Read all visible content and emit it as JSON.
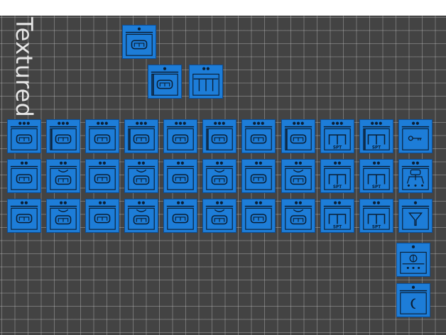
{
  "viewport": {
    "label": "Textured",
    "grid_color": "#c8c8c8",
    "background_color": "#434343"
  },
  "colors": {
    "tile_fill": "#1d7dd8",
    "tile_border": "#0c4d95",
    "glyph": "#0b1e33"
  },
  "tiles": [
    {
      "id": "t-top-1",
      "icon": "oven-icon",
      "dots": 1,
      "door": false
    },
    {
      "id": "t-row2-1",
      "icon": "oven-icon",
      "dots": 1,
      "door": true
    },
    {
      "id": "t-row2-2",
      "icon": "grill-icon",
      "dots": 2,
      "door": false
    },
    {
      "id": "r3-1",
      "icon": "oven-icon",
      "dots": 3,
      "door": false
    },
    {
      "id": "r3-2",
      "icon": "oven-icon",
      "dots": 3,
      "door": true
    },
    {
      "id": "r3-3",
      "icon": "oven-icon",
      "dots": 3,
      "door": false
    },
    {
      "id": "r3-4",
      "icon": "oven-icon",
      "dots": 3,
      "door": true
    },
    {
      "id": "r3-5",
      "icon": "oven-icon",
      "dots": 3,
      "door": false
    },
    {
      "id": "r3-6",
      "icon": "oven-icon",
      "dots": 3,
      "door": true
    },
    {
      "id": "r3-7",
      "icon": "oven-icon",
      "dots": 3,
      "door": false
    },
    {
      "id": "r3-8",
      "icon": "oven-icon",
      "dots": 3,
      "door": true
    },
    {
      "id": "r3-9",
      "icon": "spt-icon",
      "dots": 3,
      "door": false,
      "text": "SPT"
    },
    {
      "id": "r3-10",
      "icon": "spt-icon",
      "dots": 3,
      "door": true,
      "text": "SPT"
    },
    {
      "id": "r3-11",
      "icon": "key-icon",
      "dots": 2,
      "door": false
    },
    {
      "id": "r4-1",
      "icon": "oven-icon",
      "dots": 2,
      "door": false
    },
    {
      "id": "r4-2",
      "icon": "fan-oven-icon",
      "dots": 2,
      "door": false
    },
    {
      "id": "r4-3",
      "icon": "oven-icon",
      "dots": 2,
      "door": false
    },
    {
      "id": "r4-4",
      "icon": "fan-oven-icon",
      "dots": 2,
      "door": false
    },
    {
      "id": "r4-5",
      "icon": "oven-icon",
      "dots": 2,
      "door": false
    },
    {
      "id": "r4-6",
      "icon": "fan-oven-icon",
      "dots": 2,
      "door": false
    },
    {
      "id": "r4-7",
      "icon": "oven-icon",
      "dots": 2,
      "door": false
    },
    {
      "id": "r4-8",
      "icon": "fan-oven-icon",
      "dots": 2,
      "door": false
    },
    {
      "id": "r4-9",
      "icon": "spt-icon",
      "dots": 2,
      "door": false,
      "text": "SPT"
    },
    {
      "id": "r4-10",
      "icon": "spt-icon",
      "dots": 2,
      "door": false,
      "text": "SPT"
    },
    {
      "id": "r4-11",
      "icon": "robot-icon",
      "dots": 2,
      "door": false
    },
    {
      "id": "r5-1",
      "icon": "oven-icon",
      "dots": 2,
      "door": false
    },
    {
      "id": "r5-2",
      "icon": "fan-oven-icon",
      "dots": 2,
      "door": false
    },
    {
      "id": "r5-3",
      "icon": "oven-icon",
      "dots": 2,
      "door": false
    },
    {
      "id": "r5-4",
      "icon": "fan-oven-icon",
      "dots": 2,
      "door": false
    },
    {
      "id": "r5-5",
      "icon": "oven-icon",
      "dots": 2,
      "door": false
    },
    {
      "id": "r5-6",
      "icon": "fan-oven-icon",
      "dots": 2,
      "door": false
    },
    {
      "id": "r5-7",
      "icon": "oven-icon",
      "dots": 2,
      "door": false
    },
    {
      "id": "r5-8",
      "icon": "fan-oven-icon",
      "dots": 2,
      "door": false
    },
    {
      "id": "r5-9",
      "icon": "spt-icon",
      "dots": 2,
      "door": false,
      "text": "SPT"
    },
    {
      "id": "r5-10",
      "icon": "spt-icon",
      "dots": 2,
      "door": false,
      "text": "SPT"
    },
    {
      "id": "r5-11",
      "icon": "funnel-icon",
      "dots": 1,
      "door": false
    },
    {
      "id": "r6-11",
      "icon": "mixer-icon",
      "dots": 1,
      "door": false
    },
    {
      "id": "r7-11",
      "icon": "moon-oven-icon",
      "dots": 1,
      "door": false
    }
  ]
}
